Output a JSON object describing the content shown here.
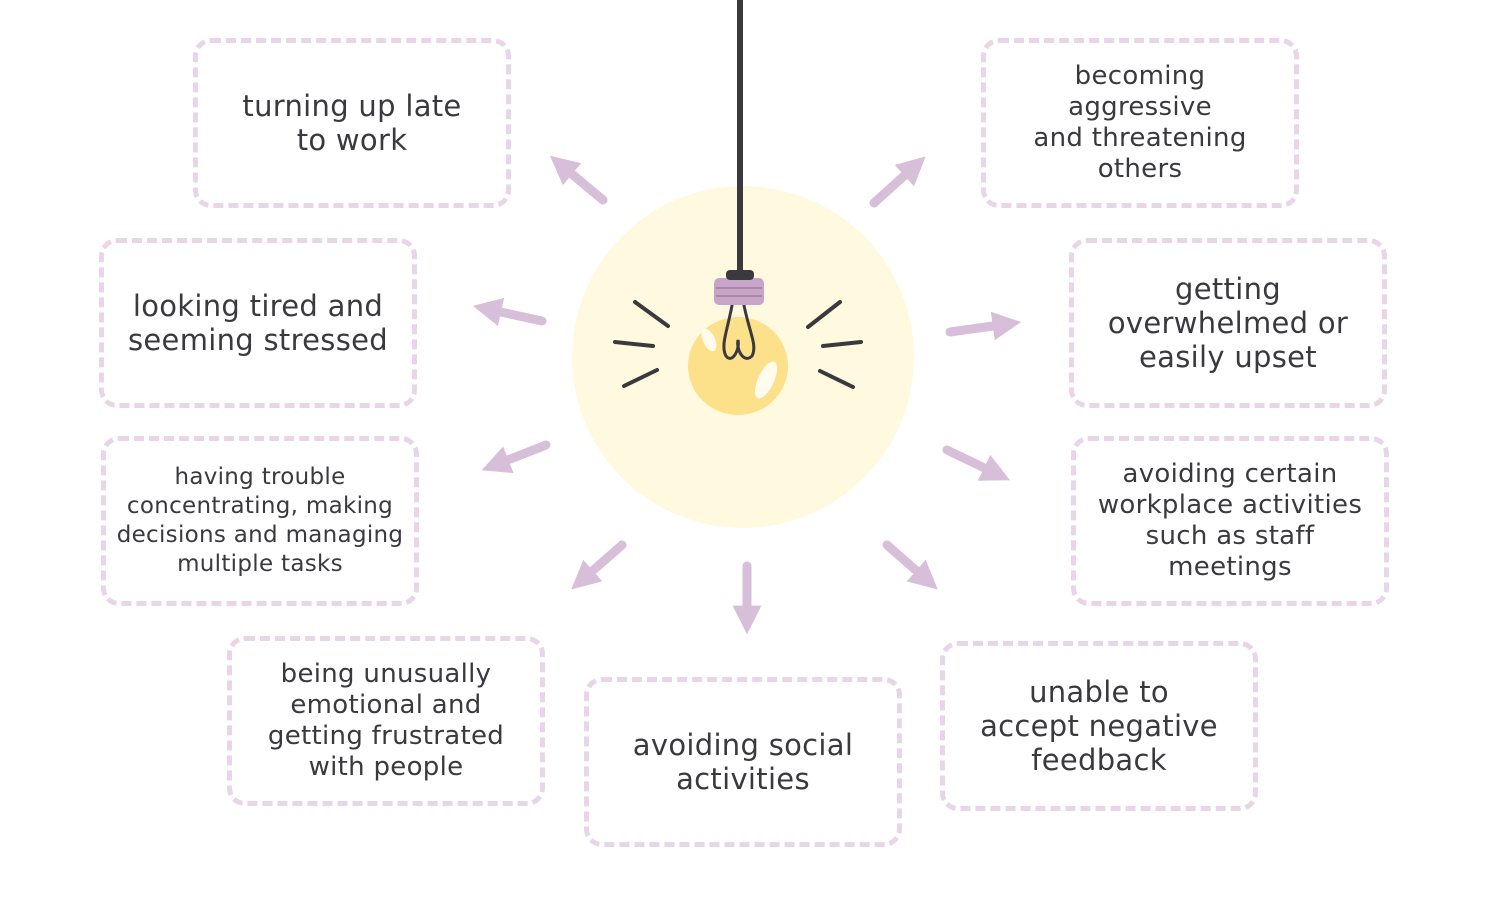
{
  "diagram": {
    "colors": {
      "arrow": "#d7bfd9",
      "box_border": "#e8d5e8",
      "glow": "#fff9e0",
      "bulb": "#fde08a",
      "bulb_socket": "#c9a4c9",
      "cord": "#3a3a3e",
      "text": "#3a3a3e"
    },
    "center_icon": "light-bulb-icon",
    "items": [
      {
        "id": "late",
        "text": "turning up late\nto work"
      },
      {
        "id": "aggressive",
        "text": "becoming\naggressive\nand threatening\nothers"
      },
      {
        "id": "tired",
        "text": "looking tired and\nseeming stressed"
      },
      {
        "id": "overwhelmed",
        "text": "getting\noverwhelmed or\neasily upset"
      },
      {
        "id": "concentrating",
        "text": "having trouble\nconcentrating, making\ndecisions and managing\nmultiple tasks"
      },
      {
        "id": "avoiding_activities",
        "text": "avoiding certain\nworkplace activities\nsuch as staff\nmeetings"
      },
      {
        "id": "emotional",
        "text": "being unusually\nemotional and\ngetting frustrated\nwith people"
      },
      {
        "id": "social",
        "text": "avoiding social\nactivities"
      },
      {
        "id": "feedback",
        "text": "unable to\naccept negative\nfeedback"
      }
    ]
  }
}
